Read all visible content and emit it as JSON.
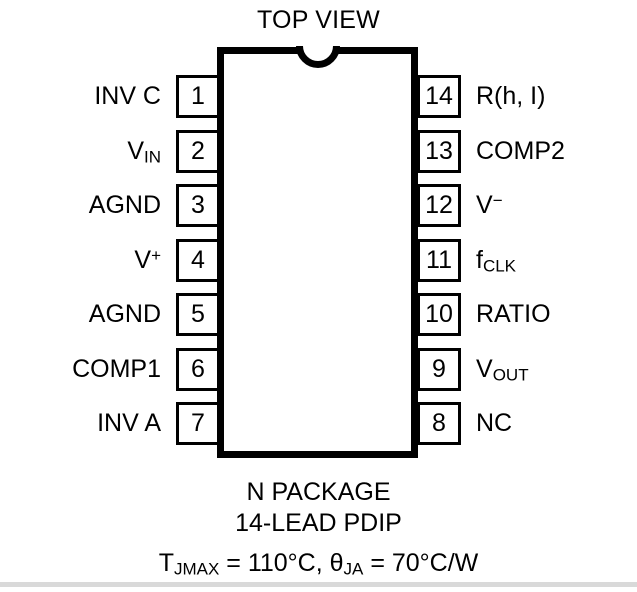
{
  "diagram": {
    "top_view_label": "TOP VIEW",
    "colors": {
      "ink": "#000000",
      "background": "#ffffff",
      "bottom_rule": "#d9d9d9"
    },
    "pins_left": [
      {
        "number": "1",
        "label_html": "INV C"
      },
      {
        "number": "2",
        "label_html": "V<sub>IN</sub>"
      },
      {
        "number": "3",
        "label_html": "AGND"
      },
      {
        "number": "4",
        "label_html": "V<sup>+</sup>"
      },
      {
        "number": "5",
        "label_html": "AGND"
      },
      {
        "number": "6",
        "label_html": "COMP1"
      },
      {
        "number": "7",
        "label_html": "INV A"
      }
    ],
    "pins_right": [
      {
        "number": "14",
        "label_html": "R(h, I)"
      },
      {
        "number": "13",
        "label_html": "COMP2"
      },
      {
        "number": "12",
        "label_html": "V<sup>&#8722;</sup>"
      },
      {
        "number": "11",
        "label_html": "f<sub>CLK</sub>"
      },
      {
        "number": "10",
        "label_html": "RATIO"
      },
      {
        "number": "9",
        "label_html": "V<sub>OUT</sub>"
      },
      {
        "number": "8",
        "label_html": "NC"
      }
    ],
    "captions": {
      "package_name": "N PACKAGE",
      "package_type": "14-LEAD PDIP",
      "thermal_html": "T<sub>JMAX</sub> = 110&deg;C, &theta;<sub>JA</sub> = 70&deg;C/W"
    }
  }
}
